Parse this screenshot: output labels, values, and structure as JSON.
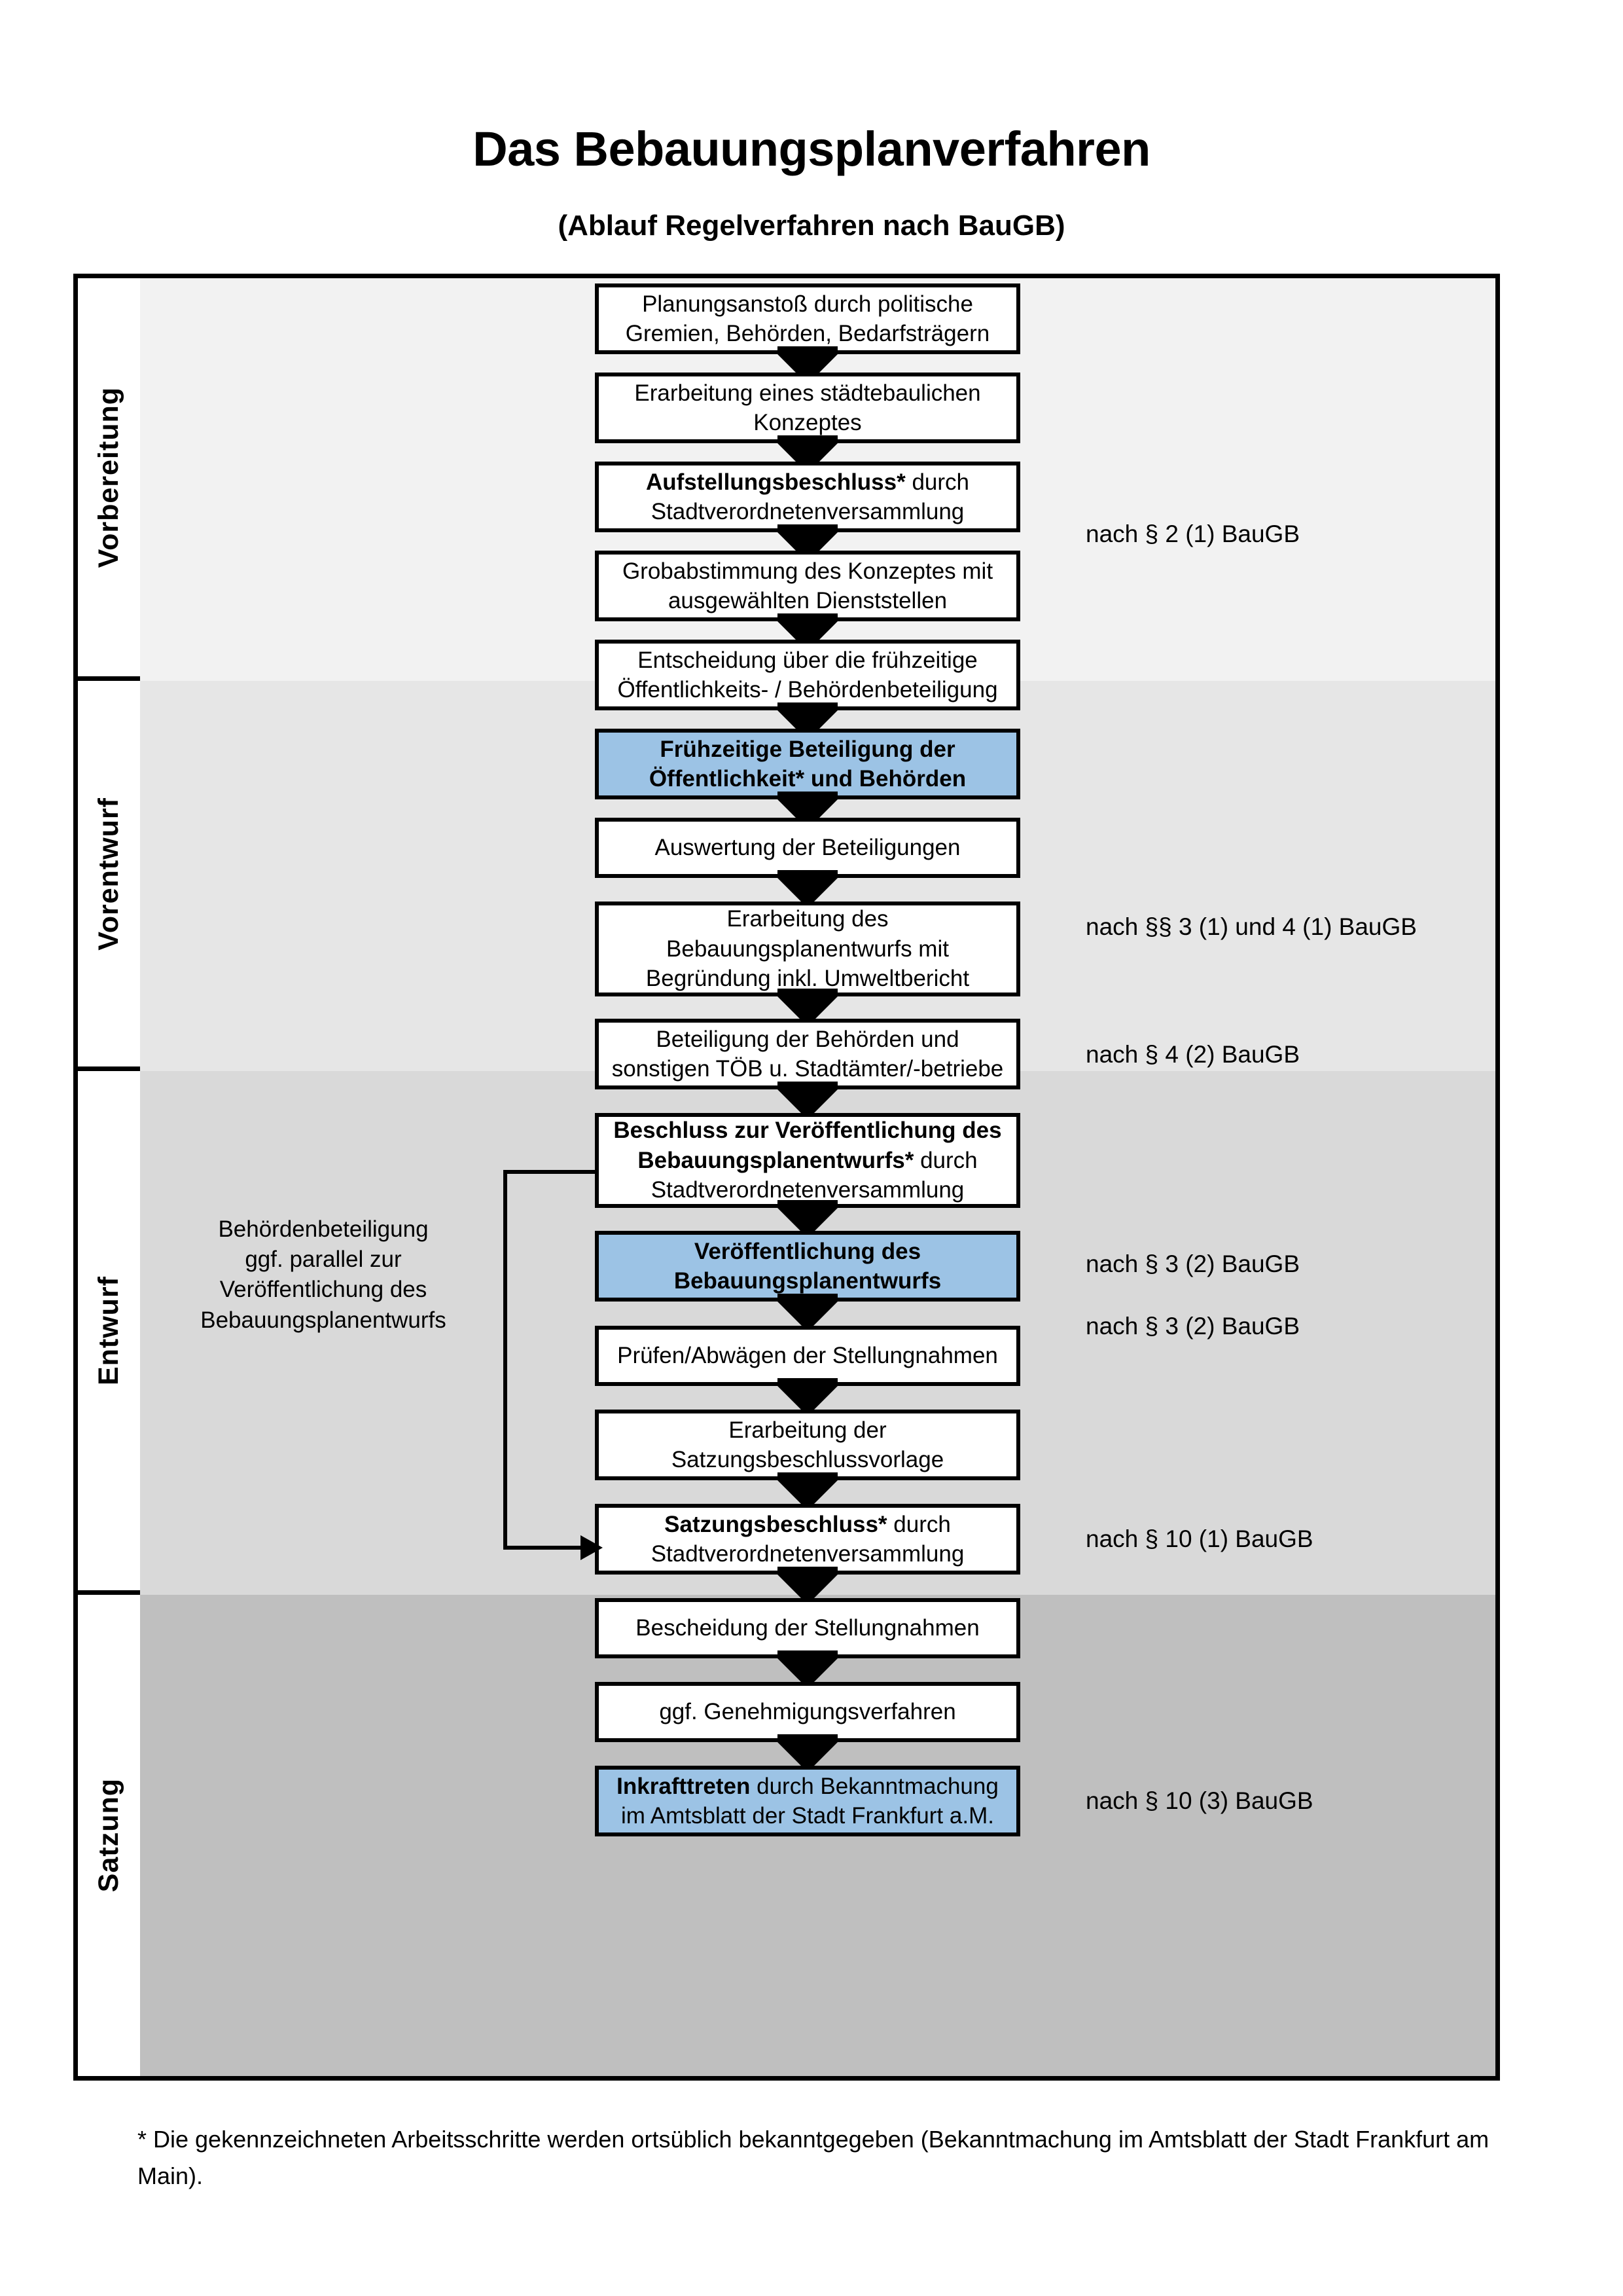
{
  "header": {
    "title": "Das Bebauungsplanverfahren",
    "subtitle": "(Ablauf Regelverfahren nach BauGB)"
  },
  "phases": [
    {
      "id": "vorbereitung",
      "label": "Vorbereitung",
      "band_color": "#F2F2F2"
    },
    {
      "id": "vorentwurf",
      "label": "Vorentwurf",
      "band_color": "#E6E6E6"
    },
    {
      "id": "entwurf",
      "label": "Entwurf",
      "band_color": "#D9D9D9"
    },
    {
      "id": "satzung",
      "label": "Satzung",
      "band_color": "#BFBFBF"
    }
  ],
  "steps": [
    {
      "id": "s1",
      "phase": "vorbereitung",
      "bold": "",
      "rest": "Planungsanstoß durch politische\nGremien, Behörden, Bedarfsträgern",
      "highlight": false
    },
    {
      "id": "s2",
      "phase": "vorbereitung",
      "bold": "",
      "rest": "Erarbeitung eines städtebaulichen\nKonzeptes",
      "highlight": false
    },
    {
      "id": "s3",
      "phase": "vorbereitung",
      "bold": "Aufstellungsbeschluss*",
      "rest": " durch\nStadtverordnetenversammlung",
      "highlight": false
    },
    {
      "id": "s4",
      "phase": "vorentwurf",
      "bold": "",
      "rest": "Grobabstimmung des Konzeptes mit\nausgewählten Dienststellen",
      "highlight": false
    },
    {
      "id": "s5",
      "phase": "vorentwurf",
      "bold": "",
      "rest": "Entscheidung über die frühzeitige\nÖffentlichkeits- / Behördenbeteiligung",
      "highlight": false
    },
    {
      "id": "s6",
      "phase": "vorentwurf",
      "bold": "Frühzeitige Beteiligung der\nÖffentlichkeit* und Behörden",
      "rest": "",
      "highlight": true
    },
    {
      "id": "s7",
      "phase": "entwurf",
      "bold": "",
      "rest": "Auswertung der Beteiligungen",
      "highlight": false
    },
    {
      "id": "s8",
      "phase": "entwurf",
      "bold": "",
      "rest": "Erarbeitung des\nBebauungsplanentwurfs mit\nBegründung inkl. Umweltbericht",
      "highlight": false
    },
    {
      "id": "s9",
      "phase": "entwurf",
      "bold": "",
      "rest": "Beteiligung der Behörden und\nsonstigen TÖB u. Stadtämter/-betriebe",
      "highlight": false
    },
    {
      "id": "s10",
      "phase": "entwurf",
      "bold": "Beschluss zur Veröffentlichung des\nBebauungsplanentwurfs*",
      "rest": " durch\nStadtverordnetenversammlung",
      "highlight": false
    },
    {
      "id": "s11",
      "phase": "entwurf",
      "bold": "Veröffentlichung des\nBebauungsplanentwurfs",
      "rest": "",
      "highlight": true
    },
    {
      "id": "s12",
      "phase": "satzung",
      "bold": "",
      "rest": "Prüfen/Abwägen der Stellungnahmen",
      "highlight": false
    },
    {
      "id": "s13",
      "phase": "satzung",
      "bold": "",
      "rest": "Erarbeitung der\nSatzungsbeschlussvorlage",
      "highlight": false
    },
    {
      "id": "s14",
      "phase": "satzung",
      "bold": "Satzungsbeschluss*",
      "rest": " durch\nStadtverordnetenversammlung",
      "highlight": false
    },
    {
      "id": "s15",
      "phase": "satzung",
      "bold": "",
      "rest": "Bescheidung der Stellungnahmen",
      "highlight": false
    },
    {
      "id": "s16",
      "phase": "satzung",
      "bold": "",
      "rest": "ggf. Genehmigungsverfahren",
      "highlight": false
    },
    {
      "id": "s17",
      "phase": "satzung",
      "bold": "Inkrafttreten",
      "rest": " durch Bekanntmachung\nim Amtsblatt der Stadt Frankfurt a.M.",
      "highlight": true
    }
  ],
  "legal_notes": [
    {
      "id": "n1",
      "text": "nach § 2 (1) BauGB"
    },
    {
      "id": "n2",
      "text": "nach §§ 3 (1) und 4 (1) BauGB"
    },
    {
      "id": "n3",
      "text": "nach § 4 (2) BauGB"
    },
    {
      "id": "n4",
      "text": "nach § 3 (2) BauGB"
    },
    {
      "id": "n5",
      "text": "nach § 3 (2) BauGB"
    },
    {
      "id": "n6",
      "text": "nach § 10 (1) BauGB"
    },
    {
      "id": "n7",
      "text": "nach § 10 (3) BauGB"
    }
  ],
  "side_note": "Behördenbeteiligung\nggf. parallel zur\nVeröffentlichung des\nBebauungsplanentwurfs",
  "footnote": "* Die gekennzeichneten Arbeitsschritte werden ortsüblich bekanntgegeben (Bekanntmachung im Amtsblatt  der Stadt Frankfurt am Main).",
  "colors": {
    "highlight_blue": "#9CC3E5",
    "box_border": "#000000",
    "box_fill": "#FFFFFF"
  }
}
